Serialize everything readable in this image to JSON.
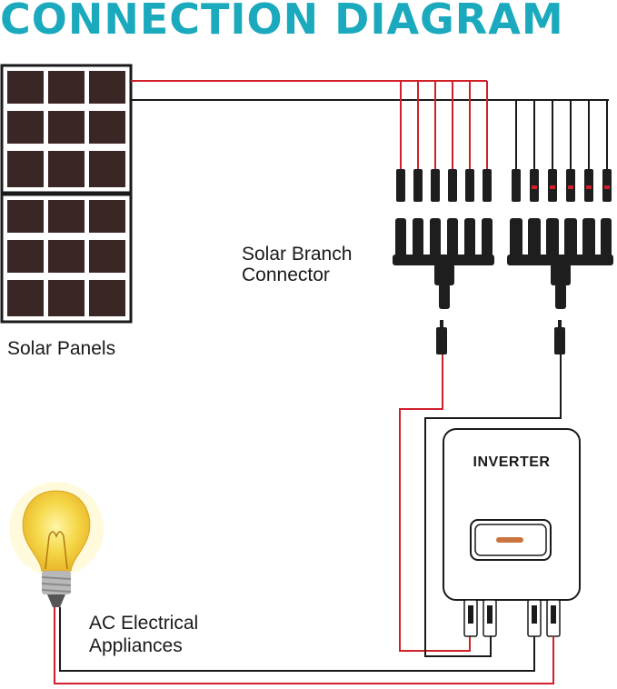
{
  "title": "CONNECTION DIAGRAM",
  "labels": {
    "solar_panels": "Solar Panels",
    "branch_connector_line1": "Solar Branch",
    "branch_connector_line2": "Connector",
    "ac_line1": "AC Electrical",
    "ac_line2": "Appliances",
    "inverter": "INVERTER"
  },
  "colors": {
    "title": "#1aa9bd",
    "positive_wire": "#d0202a",
    "negative_wire": "#1a1a1a",
    "panel_cell": "#3a2624",
    "bulb_glow": "#f5d84a",
    "inverter_indicator": "#c8743c"
  },
  "components": {
    "panel_count": 2,
    "positive_branch_count": 6,
    "negative_branch_count": 6,
    "inverter_dc_connectors": 4
  }
}
